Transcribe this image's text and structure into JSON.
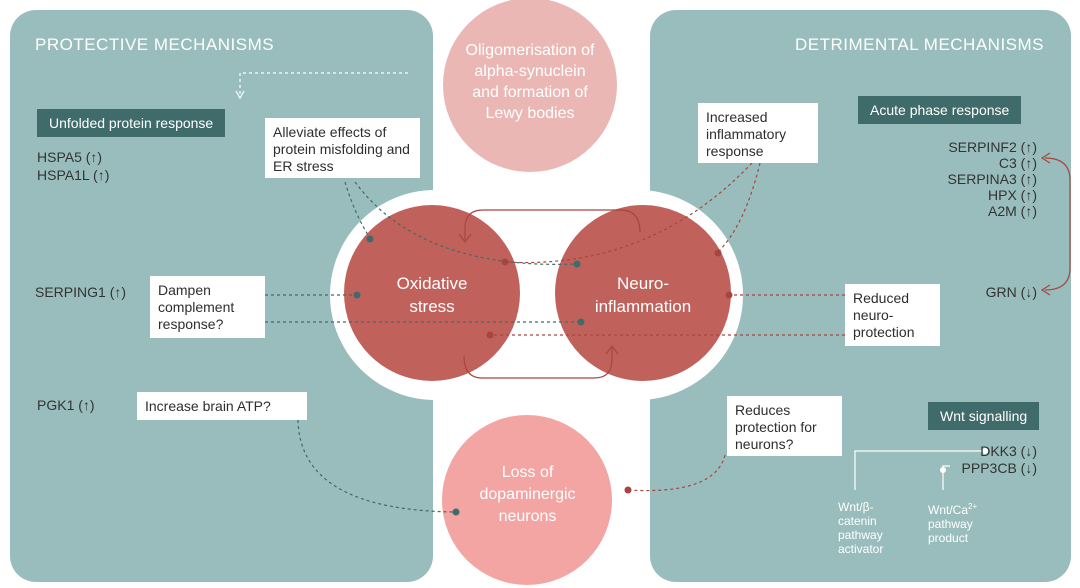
{
  "protective": {
    "title": "PROTECTIVE MECHANISMS",
    "tag": "Unfolded protein response",
    "upr_genes": [
      "HSPA5 (↑)",
      "HSPA1L (↑)"
    ],
    "serping": "SERPING1 (↑)",
    "pgk": "PGK1 (↑)",
    "box_alleviate": "Alleviate effects of protein misfolding and ER stress",
    "box_dampen": "Dampen complement response?",
    "box_atp": "Increase brain ATP?"
  },
  "detrimental": {
    "title": "DETRIMENTAL MECHANISMS",
    "tag_acute": "Acute phase response",
    "acute_genes": [
      "SERPINF2 (↑)",
      "C3 (↑)",
      "SERPINA3 (↑)",
      "HPX (↑)",
      "A2M (↑)"
    ],
    "grn": "GRN (↓)",
    "box_inflam": "Increased inflammatory response",
    "box_reduced": "Reduced neuro-protection",
    "box_reduces": "Reduces protection for neurons?",
    "tag_wnt": "Wnt signalling",
    "wnt_genes": [
      "DKK3 (↓)",
      "PPP3CB (↓)"
    ],
    "wnt_beta_label": "Wnt/β-catenin pathway activator",
    "wnt_ca_label_main": "Wnt/Ca",
    "wnt_ca_sup": "2+",
    "wnt_ca_rest": "pathway product"
  },
  "center": {
    "oligo": "Oligomerisation of alpha-synuclein and formation of Lewy bodies",
    "oxidative": "Oxidative stress",
    "neuro": "Neuro-inflammation",
    "loss": "Loss of dopaminergic neurons"
  },
  "colors": {
    "panel": "#99bdbd",
    "tag": "#3f6b6a",
    "red_circle": "#c0625b",
    "pink_top": "#eab7b5",
    "pink_bottom": "#f3a5a3",
    "dash_teal": "#3f6b6a",
    "dash_red": "#a6463f"
  }
}
